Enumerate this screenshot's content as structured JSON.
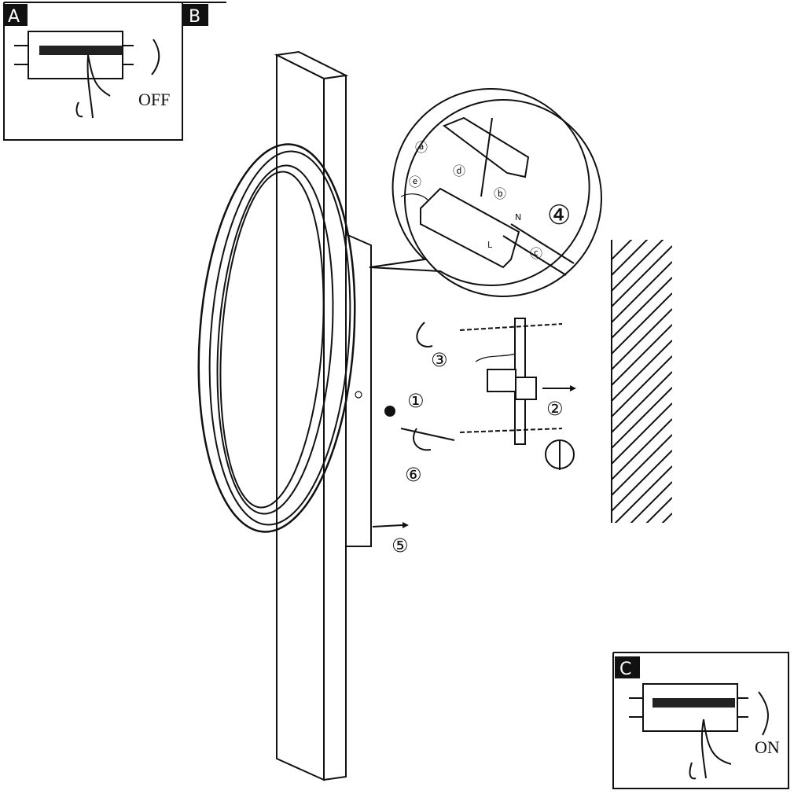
{
  "panels": {
    "a": {
      "tag": "A",
      "switch_label": "OFF"
    },
    "b": {
      "tag": "B"
    },
    "c": {
      "tag": "C",
      "switch_label": "ON"
    }
  },
  "steps": [
    "①",
    "②",
    "③",
    "④",
    "⑤",
    "⑥"
  ],
  "detail_callouts": [
    "ⓐ",
    "ⓑ",
    "ⓒ",
    "ⓓ",
    "ⓔ"
  ],
  "wire_marks": {
    "neutral": "N",
    "live": "L"
  }
}
